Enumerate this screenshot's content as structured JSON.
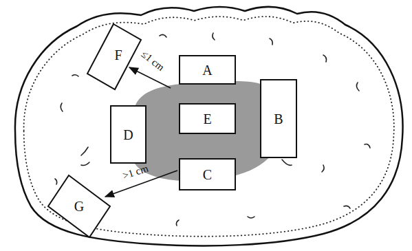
{
  "diagram": {
    "nodes": [
      {
        "text": [
          "F"
        ]
      },
      {
        "text": [
          "A"
        ]
      },
      {
        "text": [
          "D"
        ]
      },
      {
        "text": [
          "E"
        ]
      },
      {
        "text": [
          "B"
        ]
      },
      {
        "text": [
          "C"
        ]
      },
      {
        "text": [
          "G"
        ]
      }
    ],
    "labels": [
      "≤1 cm",
      ">1 cm"
    ]
  }
}
